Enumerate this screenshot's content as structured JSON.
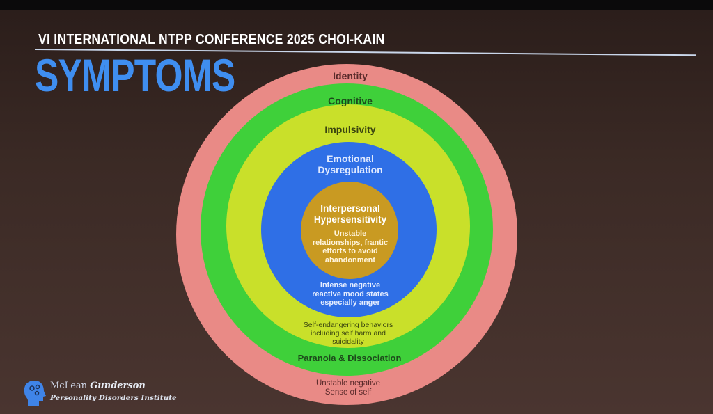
{
  "header": {
    "conference": "VI INTERNATIONAL NTPP CONFERENCE 2025 CHOI-KAIN",
    "title": "SYMPTOMS"
  },
  "diagram": {
    "rings": [
      {
        "name": "Identity",
        "detail": "Unstable negative Sense of self",
        "color": "#e98a86"
      },
      {
        "name": "Cognitive",
        "detail": "Paranoia & Dissociation",
        "color": "#3fd03a"
      },
      {
        "name": "Impulsivity",
        "detail": "Self-endangering behaviors including self harm and suicidality",
        "color": "#c9e02a"
      },
      {
        "name": "Emotional Dysregulation",
        "detail": "Intense negative reactive mood states especially anger",
        "color": "#2f6fe6"
      },
      {
        "name": "Interpersonal Hypersensitivity",
        "detail": "Unstable relationships, frantic efforts to avoid abandonment",
        "color": "#c99a22"
      }
    ],
    "lines": {
      "identity_detail": [
        "Unstable negative",
        "Sense of self"
      ],
      "impulsivity_detail": [
        "Self-endangering behaviors",
        "including self harm and",
        "suicidality"
      ],
      "emotional_title": [
        "Emotional",
        "Dysregulation"
      ],
      "emotional_detail": [
        "Intense negative",
        "reactive mood states",
        "especially anger"
      ],
      "core_title": [
        "Interpersonal",
        "Hypersensitivity"
      ],
      "core_detail": [
        "Unstable",
        "relationships, frantic",
        "efforts to avoid",
        "abandonment"
      ]
    }
  },
  "logo": {
    "brand_plain": "McLean",
    "brand_bold": "Gunderson",
    "subtitle": "Personality Disorders Institute"
  }
}
